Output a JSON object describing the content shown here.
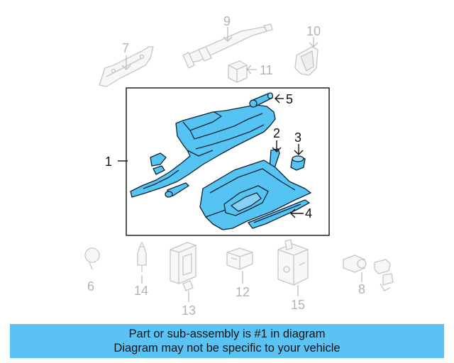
{
  "callouts": {
    "c1": "1",
    "c2": "2",
    "c3": "3",
    "c4": "4",
    "c5": "5",
    "c6": "6",
    "c7": "7",
    "c8": "8",
    "c9": "9",
    "c10": "10",
    "c11": "11",
    "c12": "12",
    "c13": "13",
    "c14": "14",
    "c15": "15"
  },
  "banner": {
    "line1": "Part or sub-assembly is #1 in diagram",
    "line2": "Diagram may not be specific to your vehicle"
  },
  "colors": {
    "highlight": "#55c4f2",
    "banner": "#5bc3f3",
    "faded_part": "#c2c2c2"
  }
}
